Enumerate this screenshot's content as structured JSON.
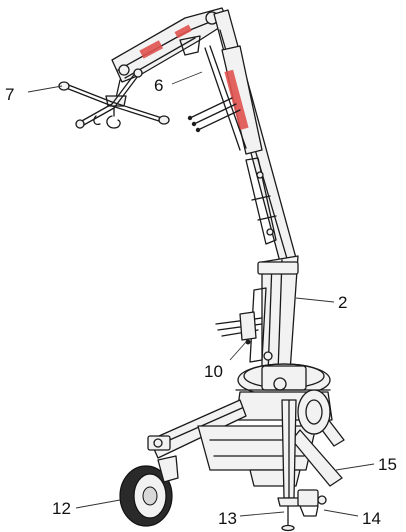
{
  "callouts": [
    {
      "id": "7",
      "text": "7"
    },
    {
      "id": "6",
      "text": "6"
    },
    {
      "id": "2",
      "text": "2"
    },
    {
      "id": "10",
      "text": "10"
    },
    {
      "id": "15",
      "text": "15"
    },
    {
      "id": "12",
      "text": "12"
    },
    {
      "id": "13",
      "text": "13"
    },
    {
      "id": "14",
      "text": "14"
    }
  ],
  "colors": {
    "ink": "#1a1a1a",
    "accent": "#e0524f",
    "background": "#ffffff"
  }
}
